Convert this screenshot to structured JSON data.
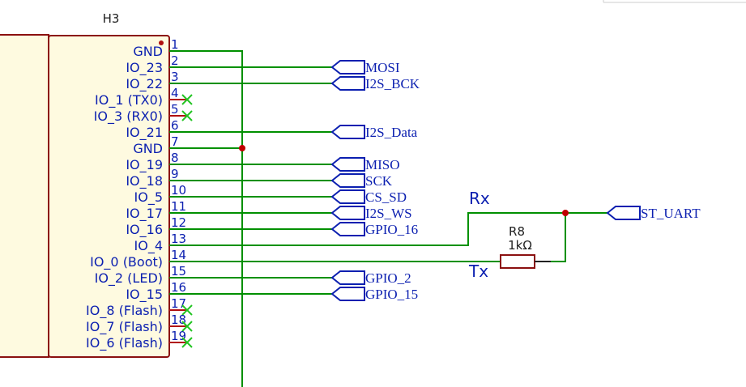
{
  "component": {
    "ref": "H3",
    "pins": [
      {
        "num": "1",
        "name": "GND"
      },
      {
        "num": "2",
        "name": "IO_23"
      },
      {
        "num": "3",
        "name": "IO_22"
      },
      {
        "num": "4",
        "name": "IO_1 (TX0)"
      },
      {
        "num": "5",
        "name": "IO_3 (RX0)"
      },
      {
        "num": "6",
        "name": "IO_21"
      },
      {
        "num": "7",
        "name": "GND"
      },
      {
        "num": "8",
        "name": "IO_19"
      },
      {
        "num": "9",
        "name": "IO_18"
      },
      {
        "num": "10",
        "name": "IO_5"
      },
      {
        "num": "11",
        "name": "IO_17"
      },
      {
        "num": "12",
        "name": "IO_16"
      },
      {
        "num": "13",
        "name": "IO_4"
      },
      {
        "num": "14",
        "name": "IO_0 (Boot)"
      },
      {
        "num": "15",
        "name": "IO_2 (LED)"
      },
      {
        "num": "16",
        "name": "IO_15"
      },
      {
        "num": "17",
        "name": "IO_8 (Flash)"
      },
      {
        "num": "18",
        "name": "IO_7 (Flash)"
      },
      {
        "num": "19",
        "name": "IO_6 (Flash)"
      }
    ]
  },
  "net_labels": {
    "mosi": "MOSI",
    "i2s_bck": "I2S_BCK",
    "i2s_data": "I2S_Data",
    "miso": "MISO",
    "sck": "SCK",
    "cs_sd": "CS_SD",
    "i2s_ws": "I2S_WS",
    "gpio_16": "GPIO_16",
    "gpio_2": "GPIO_2",
    "gpio_15": "GPIO_15",
    "st_uart": "ST_UART"
  },
  "resistor": {
    "ref": "R8",
    "value": "1kΩ"
  },
  "annotations": {
    "rx": "Rx",
    "tx": "Tx"
  },
  "colors": {
    "wire": "#009000",
    "text": "#0b1fb0",
    "pin": "#b01010",
    "junction": "#c00000",
    "body": "#fefae0"
  }
}
